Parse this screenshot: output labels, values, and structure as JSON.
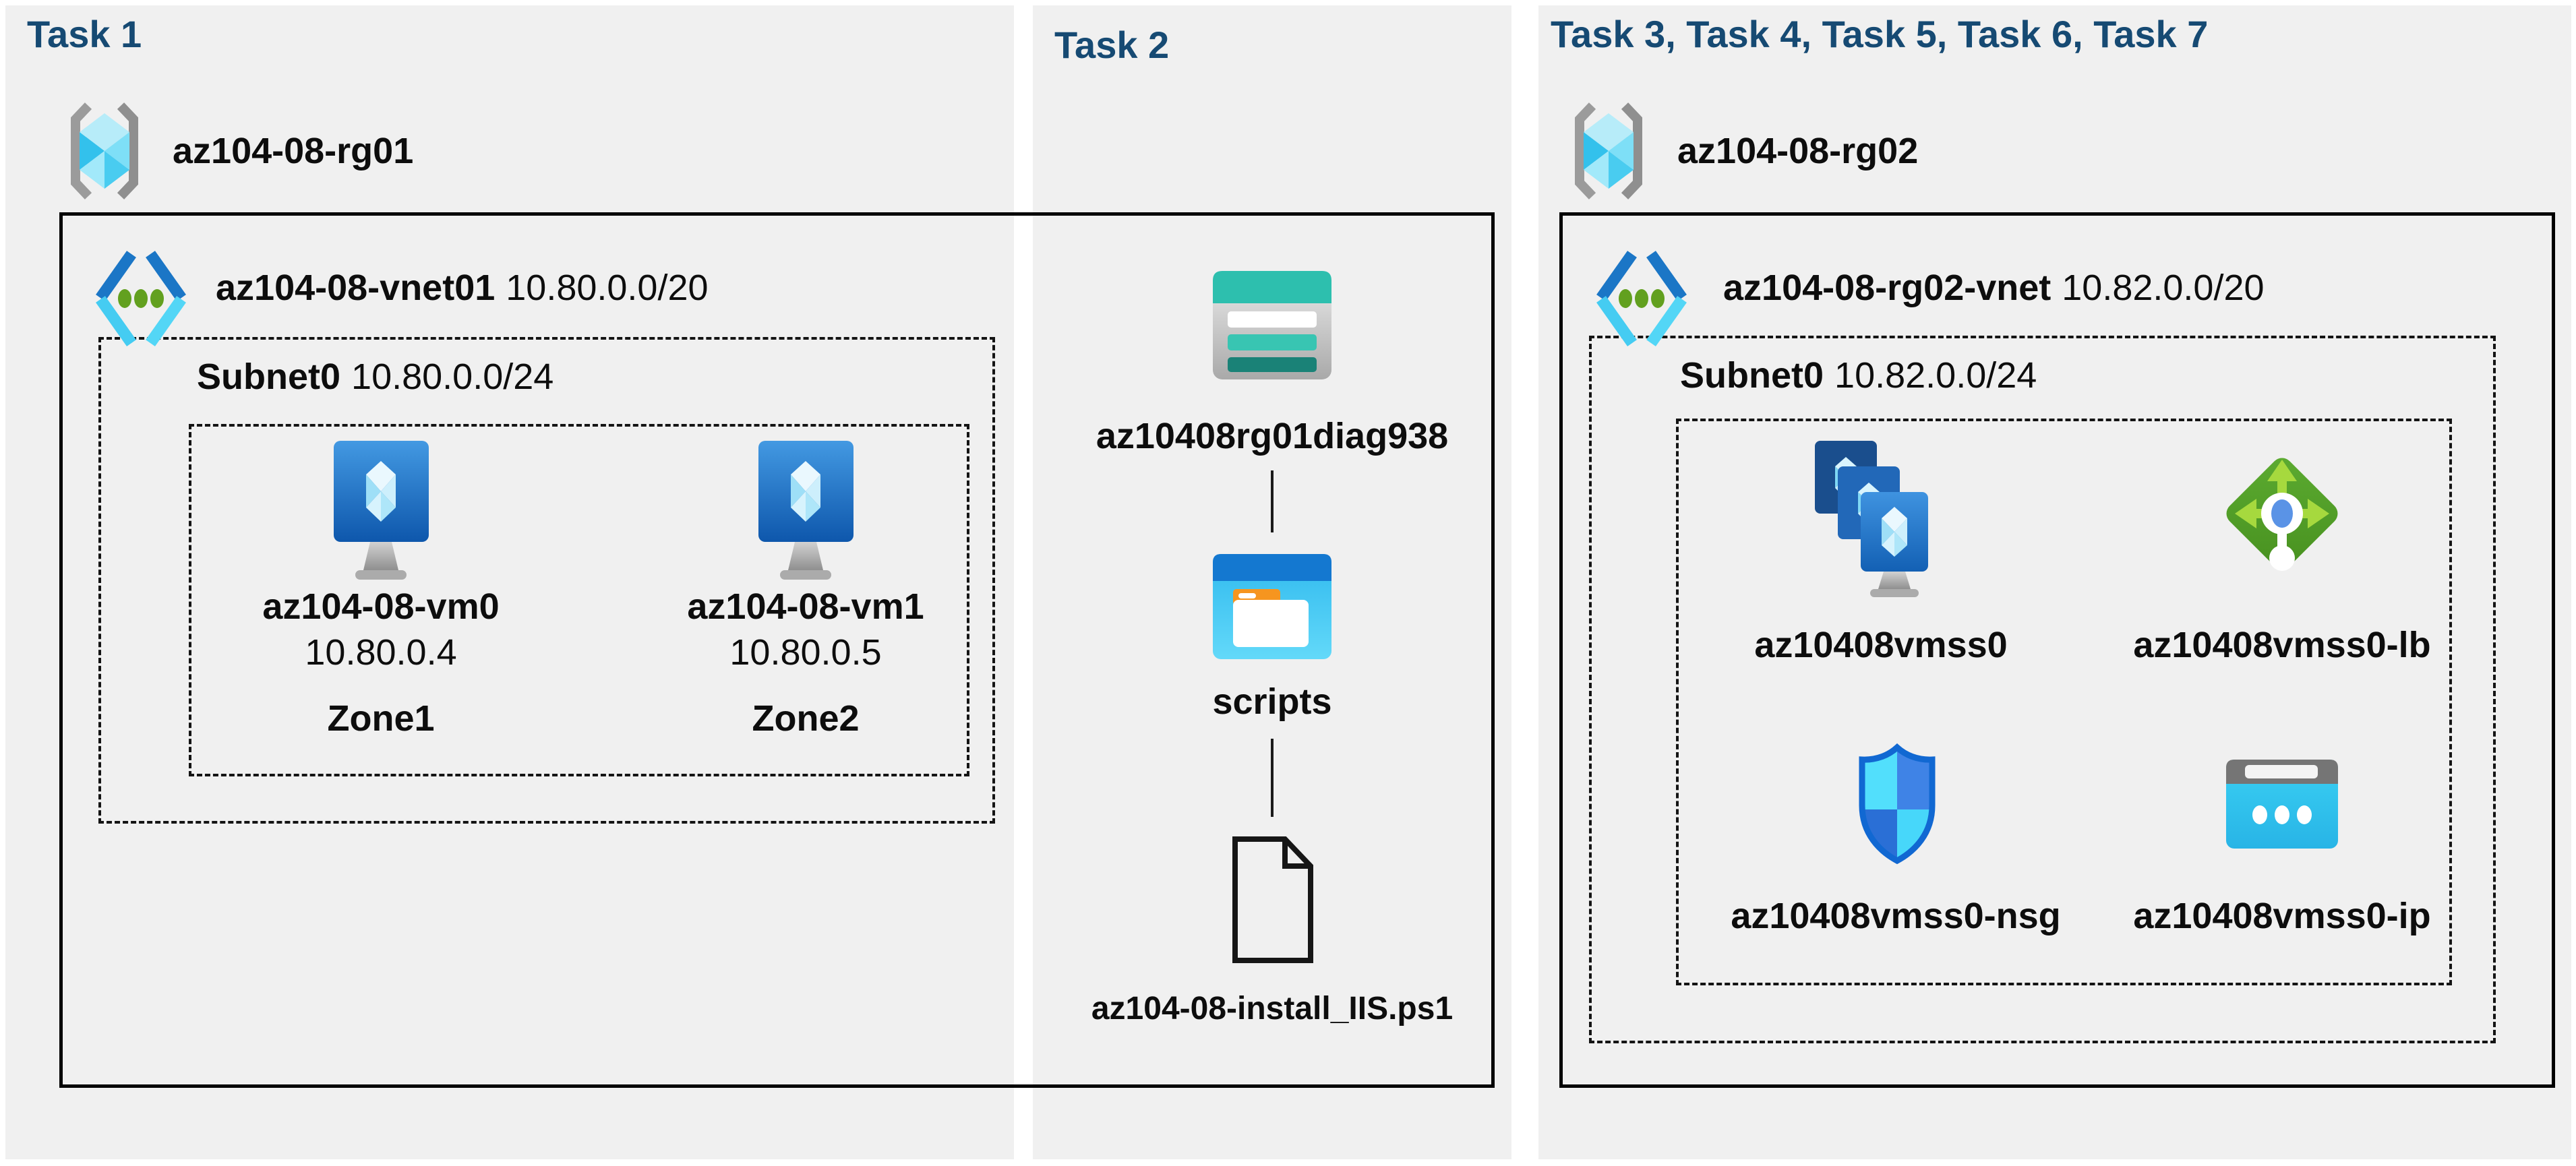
{
  "colors": {
    "background": "#ffffff",
    "panel_bg": "#f0f0f0",
    "title_text": "#164a73",
    "label_text": "#0d0d0d",
    "outline_black": "#000000",
    "vnet_blue": "#1b76c6",
    "vnet_cyan": "#45ccf2",
    "vnet_dot_green": "#62a01f",
    "vm_blue_light": "#4399e2",
    "vm_blue_dark": "#0e57ac",
    "storage_teal": "#2dbfae",
    "folder_blue": "#1478d0",
    "folder_cyan": "#3ec4f2",
    "lb_green": "#55a32c",
    "lb_arrow_green": "#a6d93e",
    "shield_outline_blue": "#1168d2",
    "shield_cyan": "#52dffc",
    "shield_blue": "#3f83e6",
    "ip_cyan": "#3ad0f3",
    "ip_gray": "#757575",
    "rg_bracket_gray": "#9b9b9b"
  },
  "icons": {
    "resource_group": "gray-brackets-with-cyan-cube",
    "virtual_network": "blue-cyan-chevrons-green-dots",
    "virtual_machine": "blue-monitor-with-crystal",
    "storage_account": "teal-striped-card",
    "blob_container": "blue-folder-window",
    "script_file": "file-outline-folded-corner",
    "vm_scale_set": "three-stacked-blue-monitors",
    "load_balancer": "green-diamond-arrows",
    "network_security_group": "blue-quadrant-shield",
    "public_ip": "cyan-window-three-dots"
  },
  "panel1": {
    "title": "Task 1",
    "resource_group": {
      "name": "az104-08-rg01"
    },
    "vnet": {
      "name": "az104-08-vnet01",
      "cidr": "10.80.0.0/20"
    },
    "subnet": {
      "name": "Subnet0",
      "cidr": "10.80.0.0/24"
    },
    "vms": [
      {
        "name": "az104-08-vm0",
        "ip": "10.80.0.4",
        "zone": "Zone1"
      },
      {
        "name": "az104-08-vm1",
        "ip": "10.80.0.5",
        "zone": "Zone2"
      }
    ]
  },
  "panel2": {
    "title": "Task 2",
    "storage_account": {
      "name": "az10408rg01diag938"
    },
    "container": {
      "name": "scripts"
    },
    "file": {
      "name": "az104-08-install_IIS.ps1"
    }
  },
  "panel3": {
    "title": "Task 3, Task 4, Task 5, Task 6, Task 7",
    "resource_group": {
      "name": "az104-08-rg02"
    },
    "vnet": {
      "name": "az104-08-rg02-vnet",
      "cidr": "10.82.0.0/20"
    },
    "subnet": {
      "name": "Subnet0",
      "cidr": "10.82.0.0/24"
    },
    "resources": [
      {
        "name": "az10408vmss0"
      },
      {
        "name": "az10408vmss0-lb"
      },
      {
        "name": "az10408vmss0-nsg"
      },
      {
        "name": "az10408vmss0-ip"
      }
    ]
  }
}
